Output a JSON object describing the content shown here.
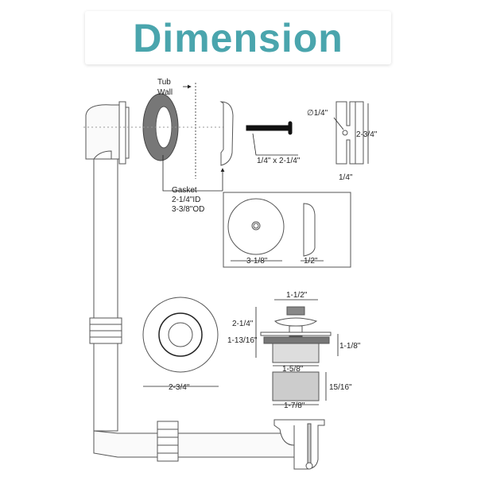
{
  "title": "Dimension",
  "accent_color": "#4aa5ad",
  "labels": {
    "tub": "Tub",
    "wall": "Wall",
    "gasket": "Gasket",
    "gasket_id": "2-1/4\"ID",
    "gasket_od": "3-3/8\"OD",
    "bolt": "1/4\" x 2-1/4\"",
    "hole_dia": "∅1/4\"",
    "bracket_height": "2-3/4\"",
    "bracket_width": "1/4\"",
    "plate_dia": "3-1/8\"",
    "plate_depth": "1/2\"",
    "flange_dia": "2-3/4\"",
    "stopper_top": "1-1/2\"",
    "stopper_height": "2-1/4\"",
    "flange_height": "1-13/16\"",
    "thread_len": "1-1/8\"",
    "thread_dia": "1-5/8\"",
    "body_len": "15/16\"",
    "body_dia": "1-7/8\""
  }
}
